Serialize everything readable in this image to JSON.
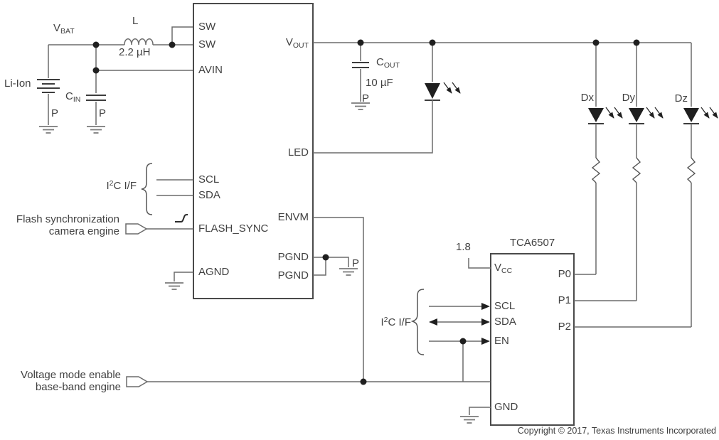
{
  "schematic": {
    "colors": {
      "wire": "#6b6b6b",
      "outline": "#4a4a4a",
      "component_fill": "#1f1f1f",
      "text": "#414141",
      "ground": "#7a7a7a",
      "background": "#ffffff"
    },
    "input_stage": {
      "battery_type": "Li-Ion",
      "vbat": {
        "main": "V",
        "sub": "BAT"
      },
      "inductor": {
        "name": "L",
        "value": "2.2 µH"
      },
      "cin": {
        "main": "C",
        "sub": "IN"
      },
      "battery_ground": "P",
      "cin_ground": "P"
    },
    "driver_ic": {
      "pins_left": {
        "sw1": "SW",
        "sw2": "SW",
        "avin": "AVIN",
        "scl": "SCL",
        "sda": "SDA",
        "flash_sync": "FLASH_SYNC",
        "agnd": "AGND"
      },
      "pins_right": {
        "vout": {
          "main": "V",
          "sub": "OUT"
        },
        "led": "LED",
        "envm": "ENVM",
        "pgnd1": "PGND",
        "pgnd2": "PGND"
      },
      "pgnd_ground": "P"
    },
    "i2c_if_main": {
      "i": "I",
      "exp": "2",
      "rest": "C I/F"
    },
    "flash_sync_source": {
      "line1": "Flash synchronization",
      "line2": "camera engine"
    },
    "envm_source": {
      "line1": "Voltage mode enable",
      "line2": "base-band engine"
    },
    "output_stage": {
      "cout": {
        "main": "C",
        "sub": "OUT"
      },
      "cout_value": "10 µF",
      "cout_ground": "P"
    },
    "tca6507": {
      "title": "TCA6507",
      "vcc_value": "1.8",
      "vcc": {
        "main": "V",
        "sub": "CC"
      },
      "pins_left": {
        "scl": "SCL",
        "sda": "SDA",
        "en": "EN",
        "gnd": "GND"
      },
      "pins_right": {
        "p0": "P0",
        "p1": "P1",
        "p2": "P2"
      },
      "i2c_if": {
        "i": "I",
        "exp": "2",
        "rest": "C I/F"
      }
    },
    "indicator_leds": {
      "dx": "Dx",
      "dy": "Dy",
      "dz": "Dz"
    },
    "copyright": "Copyright © 2017, Texas Instruments Incorporated"
  }
}
